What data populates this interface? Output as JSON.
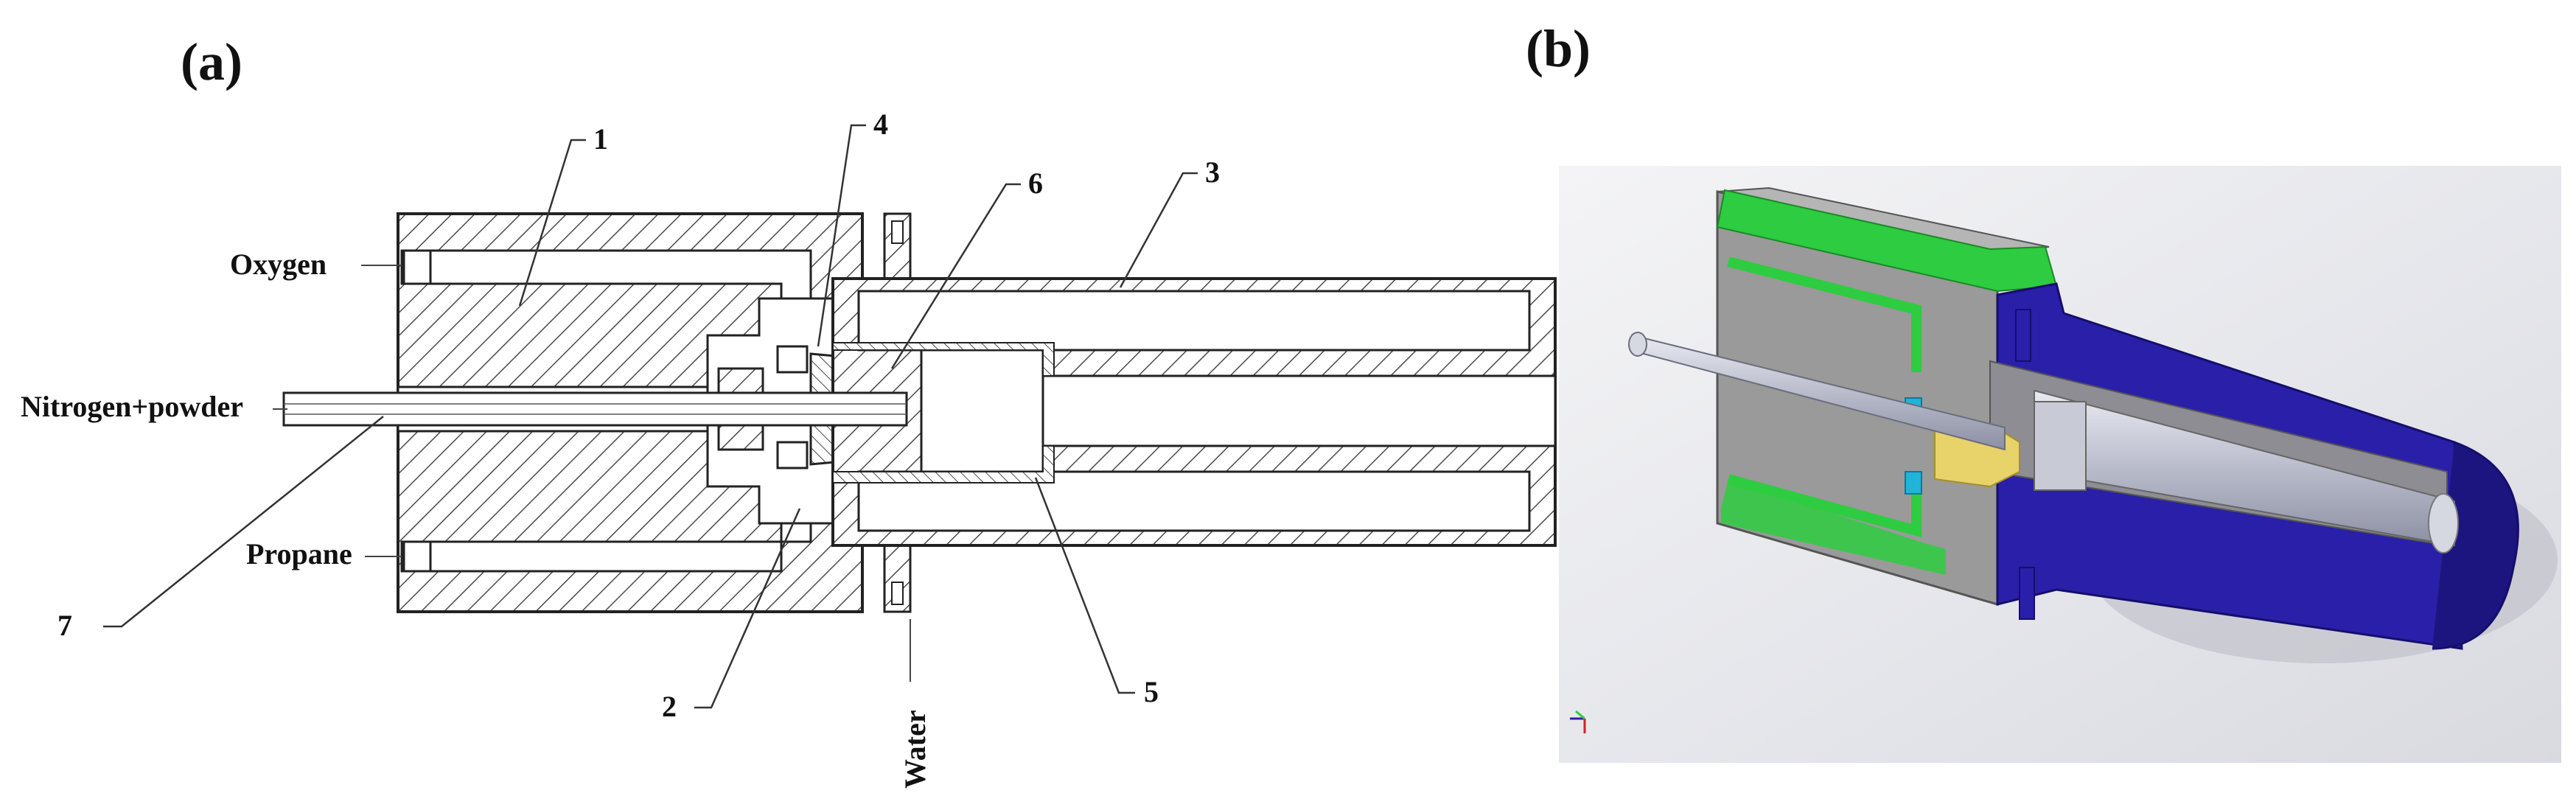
{
  "panels": {
    "a": {
      "label": "(a)"
    },
    "b": {
      "label": "(b)"
    }
  },
  "inputs": {
    "oxygen": "Oxygen",
    "nitrogen_powder": "Nitrogen+powder",
    "propane": "Propane",
    "water": "Water"
  },
  "callouts": {
    "c1": "1",
    "c2": "2",
    "c3": "3",
    "c4": "4",
    "c5": "5",
    "c6": "6",
    "c7": "7"
  },
  "colors": {
    "hatch_line": "#4a4a4a",
    "outline": "#222222",
    "body_gray": "#9a9a9a",
    "green_part": "#2ecc40",
    "blue_part": "#2a1fa8",
    "nozzle_brass": "#e8d26a",
    "cyan_part": "#1fb4d8",
    "tube_light": "#c8cbd6"
  }
}
